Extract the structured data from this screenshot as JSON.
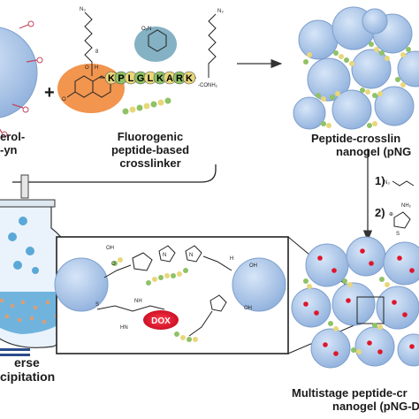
{
  "labels": {
    "glycerol_line1": "erol-",
    "glycerol_line2": "-yn",
    "crosslinker_line1": "Fluorogenic",
    "crosslinker_line2": "peptide-based",
    "crosslinker_line3": "crosslinker",
    "nanogel_line1": "Peptide-crosslin",
    "nanogel_line2": "nanogel (pNG",
    "inverse_line1": "erse",
    "inverse_line2": "cipitation",
    "multistage_line1": "Multistage peptide-cr",
    "multistage_line2": "nanogel (pNG-D",
    "plus_sign": "+",
    "step1": "1)",
    "step2": "2)",
    "dox": "DOX"
  },
  "peptide": {
    "sequence": [
      "K",
      "P",
      "L",
      "G",
      "L",
      "K",
      "A",
      "R",
      "K"
    ],
    "c_terminus": "-CONH₂",
    "n3_left": "N₃",
    "n3_right": "N₃",
    "subscript_8": "8",
    "no2": "O₂N",
    "amide_n": "H",
    "amide_o": "O",
    "coumarin_o": "O"
  },
  "reagents": {
    "step1_formula": "N₃",
    "step2_formula": "NH₂",
    "step2_charge": "⊕",
    "step2_s": "S"
  },
  "zoom_chem": {
    "oh": "OH",
    "n": "N",
    "h": "H",
    "o": "O",
    "s": "S",
    "nh": "NH",
    "hn": "HN"
  },
  "colors": {
    "nanogel_blue": "#a9c4e8",
    "nanogel_edge": "#7e9fcc",
    "bead_green": "#8fc266",
    "bead_yellow": "#e8d77a",
    "dox_red": "#e0152b",
    "orange_coumarin": "#f08a3c",
    "teal_nitro": "#6fa3b8",
    "flask_fill": "#5aa8d8",
    "dot_orange": "#e59b6b"
  }
}
